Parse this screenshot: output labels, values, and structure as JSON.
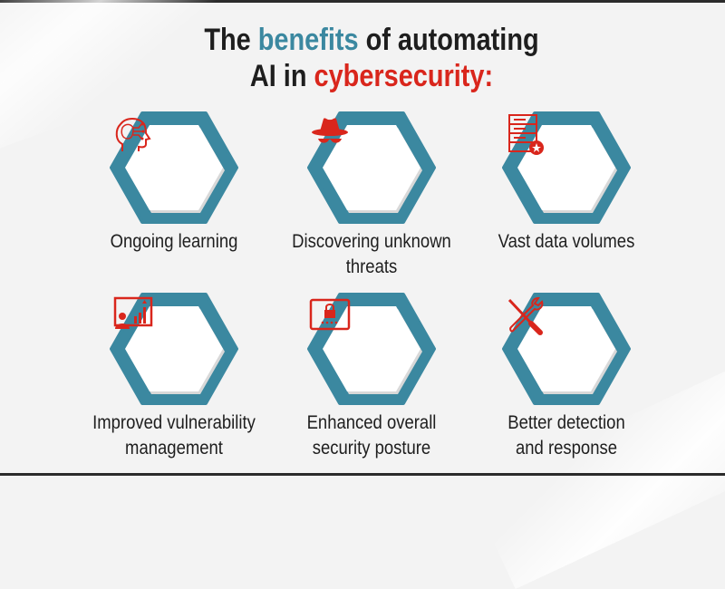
{
  "title": {
    "line1_a": "The ",
    "line1_b": "benefits",
    "line1_c": " of automating",
    "line2_a": "AI in ",
    "line2_b": "cybersecurity:"
  },
  "colors": {
    "teal": "#3b88a0",
    "red": "#d9261c",
    "text": "#1e1e1e"
  },
  "benefits": [
    {
      "icon": "brain-head-icon",
      "line1": "Ongoing learning",
      "line2": ""
    },
    {
      "icon": "spy-hat-icon",
      "line1": "Discovering unknown",
      "line2": "threats"
    },
    {
      "icon": "server-star-icon",
      "line1": "Vast data volumes",
      "line2": ""
    },
    {
      "icon": "presentation-chart-icon",
      "line1": "Improved vulnerability",
      "line2": "management"
    },
    {
      "icon": "lock-screen-icon",
      "line1": "Enhanced overall",
      "line2": "security posture"
    },
    {
      "icon": "wrench-screwdriver-icon",
      "line1": "Better detection",
      "line2": "and response"
    }
  ]
}
